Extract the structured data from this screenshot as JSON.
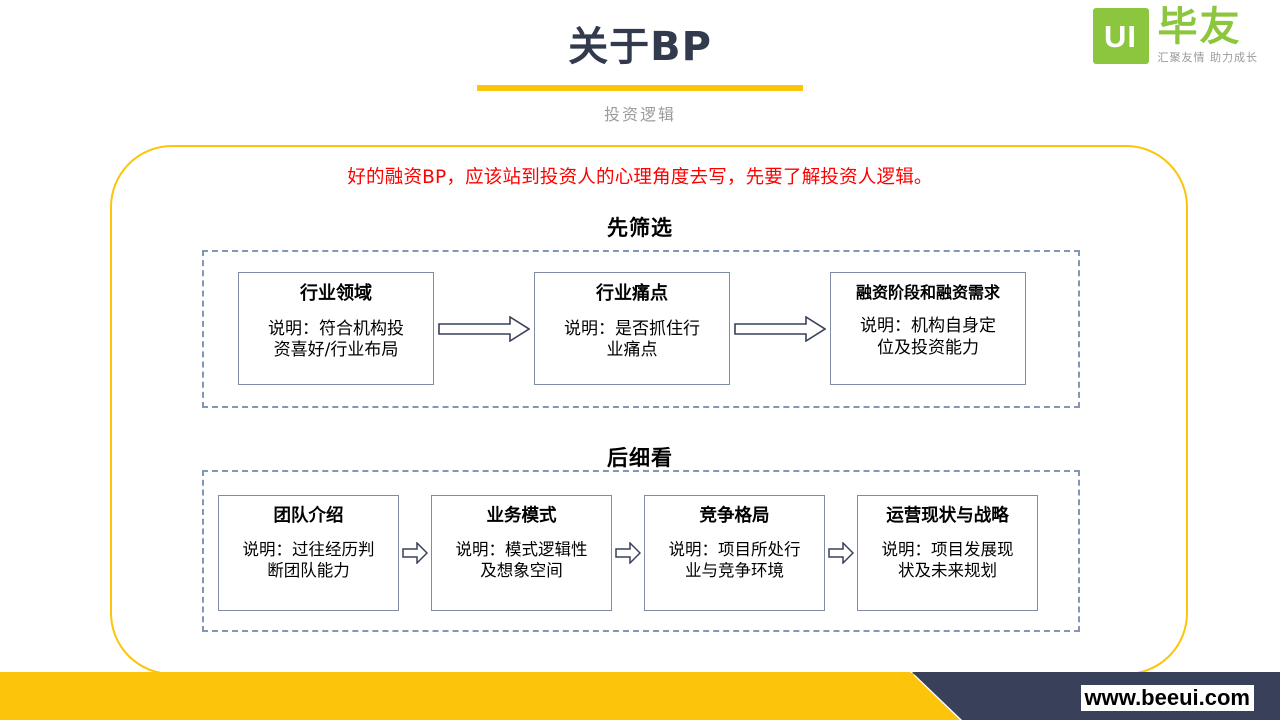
{
  "logo": {
    "mark": "UI",
    "brand": "毕友",
    "tagline": "汇聚友情  助力成长",
    "mark_color": "#8cc63e"
  },
  "header": {
    "title": "关于BP",
    "subtitle": "投资逻辑",
    "rule_color": "#fcc40a"
  },
  "panel": {
    "border_color": "#fcc40a",
    "lead_text": "好的融资BP，应该站到投资人的心理角度去写，先要了解投资人逻辑。",
    "lead_color": "#ff0000"
  },
  "sections": [
    {
      "heading": "先筛选",
      "nodes": [
        {
          "title": "行业领域",
          "desc": "说明：符合机构投\n资喜好/行业布局"
        },
        {
          "title": "行业痛点",
          "desc": "说明：是否抓住行\n业痛点"
        },
        {
          "title": "融资阶段和融资需求",
          "desc": "说明：机构自身定\n位及投资能力"
        }
      ]
    },
    {
      "heading": "后细看",
      "nodes": [
        {
          "title": "团队介绍",
          "desc": "说明：过往经历判\n断团队能力"
        },
        {
          "title": "业务模式",
          "desc": "说明：模式逻辑性\n及想象空间"
        },
        {
          "title": "竞争格局",
          "desc": "说明：项目所处行\n业与竞争环境"
        },
        {
          "title": "运营现状与战略",
          "desc": "说明：项目发展现\n状及未来规划"
        }
      ]
    }
  ],
  "footer": {
    "url": "www.beeui.com",
    "yellow": "#fcc40a",
    "dark": "#39415a"
  }
}
